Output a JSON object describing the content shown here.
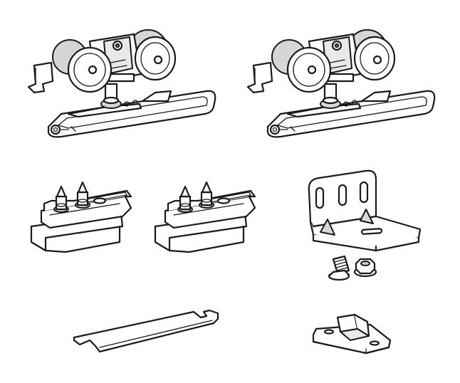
{
  "background_color": "#ffffff",
  "line_color": "#1a1a1a",
  "parts": [
    {
      "icon": "roller-trolley-icon",
      "quantity": 1
    },
    {
      "icon": "roller-trolley-icon",
      "quantity": 1
    },
    {
      "icon": "floor-guide-block-icon",
      "quantity": 1
    },
    {
      "icon": "floor-guide-block-icon",
      "quantity": 1
    },
    {
      "icon": "mounting-angle-bracket-icon",
      "quantity": 1
    },
    {
      "icon": "countersunk-screw-icon",
      "quantity": 1
    },
    {
      "icon": "flange-nut-icon",
      "quantity": 1
    },
    {
      "icon": "adjustment-wrench-icon",
      "quantity": 1
    },
    {
      "icon": "door-stopper-icon",
      "quantity": 1
    }
  ]
}
